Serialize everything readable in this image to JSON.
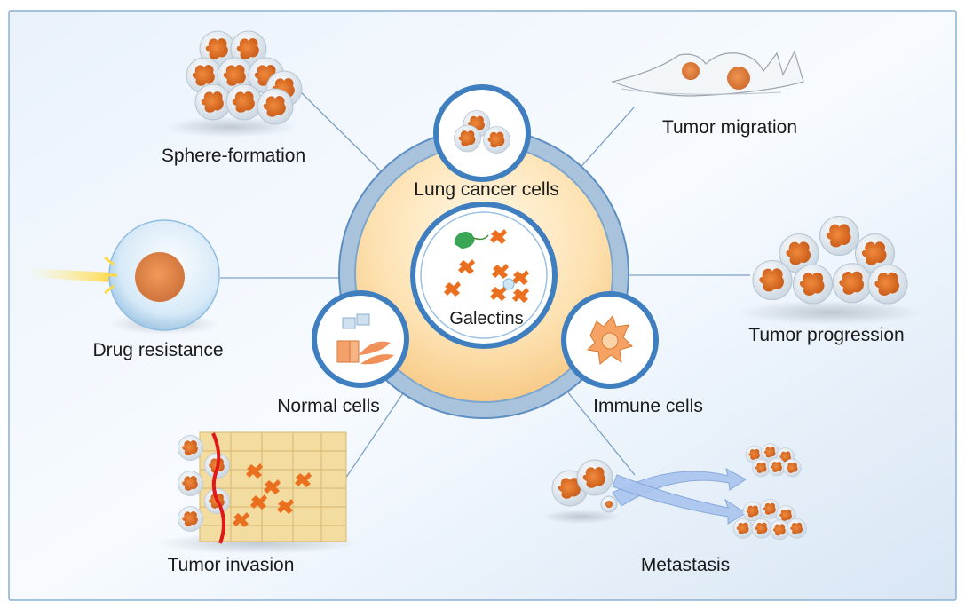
{
  "center": {
    "label": "Galectins"
  },
  "inner_nodes": [
    {
      "id": "lung",
      "label": "Lung cancer cells"
    },
    {
      "id": "normal",
      "label": "Normal cells"
    },
    {
      "id": "immune",
      "label": "Immune cells"
    }
  ],
  "outcomes": [
    {
      "id": "sphere",
      "label": "Sphere-formation"
    },
    {
      "id": "migration",
      "label": "Tumor migration"
    },
    {
      "id": "drug",
      "label": "Drug resistance"
    },
    {
      "id": "progression",
      "label": "Tumor progression"
    },
    {
      "id": "invasion",
      "label": "Tumor invasion"
    },
    {
      "id": "metastasis",
      "label": "Metastasis"
    }
  ],
  "colors": {
    "frame_border": "#8ab0d4",
    "background": "#dce9f6",
    "ring": "#a9c3dd",
    "ring_border": "#5d8fc2",
    "node_border": "#3f7fc0",
    "cell_orange": "#e2742a",
    "cell_shell": "#e8eef4",
    "arrow": "#a9c4ee",
    "invasion_tissue": "#f3dca0",
    "invasion_border": "#e01818",
    "galectin_green": "#3aa655"
  }
}
